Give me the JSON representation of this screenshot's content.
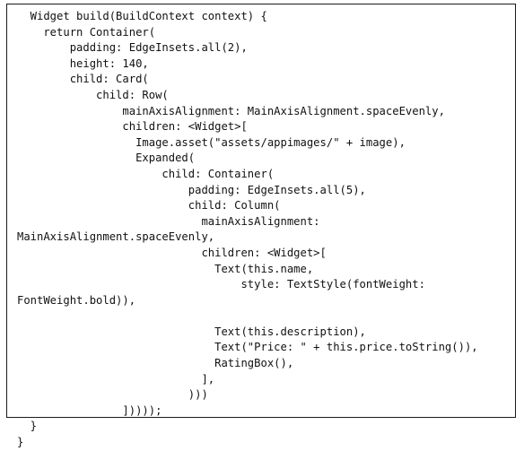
{
  "code": {
    "language": "Dart",
    "lines": [
      "  Widget build(BuildContext context) {",
      "    return Container(",
      "        padding: EdgeInsets.all(2),",
      "        height: 140,",
      "        child: Card(",
      "            child: Row(",
      "                mainAxisAlignment: MainAxisAlignment.spaceEvenly,",
      "                children: <Widget>[",
      "                  Image.asset(\"assets/appimages/\" + image),",
      "                  Expanded(",
      "                      child: Container(",
      "                          padding: EdgeInsets.all(5),",
      "                          child: Column(",
      "                            mainAxisAlignment:",
      "MainAxisAlignment.spaceEvenly,",
      "                            children: <Widget>[",
      "                              Text(this.name,",
      "                                  style: TextStyle(fontWeight:",
      "FontWeight.bold)),",
      "",
      "                              Text(this.description),",
      "                              Text(\"Price: \" + this.price.toString()),",
      "                              RatingBox(),",
      "                            ],",
      "                          )))",
      "                ]))));",
      "  }",
      "}"
    ]
  }
}
